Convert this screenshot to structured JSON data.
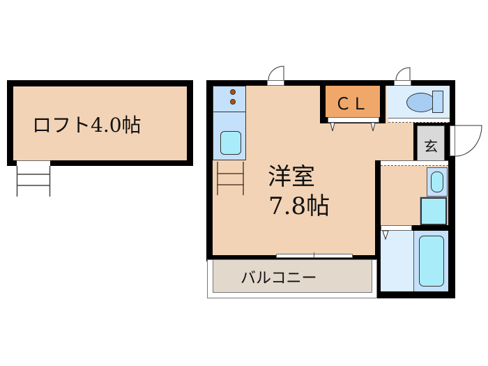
{
  "floorplan": {
    "loft": {
      "label": "ロフト4.0帖",
      "color": "#f2d3b6"
    },
    "main_room": {
      "name": "洋室",
      "size": "7.8帖",
      "color": "#f2d3b6"
    },
    "closet": {
      "label": "ＣＬ",
      "color": "#f0a86a"
    },
    "entrance": {
      "label": "玄",
      "color": "#d9d9d9"
    },
    "balcony": {
      "label": "バルコニー",
      "color": "#e2d8cc"
    },
    "wet_area_color": "#c4e0fb",
    "fixture_color": "#a8ecfa"
  }
}
